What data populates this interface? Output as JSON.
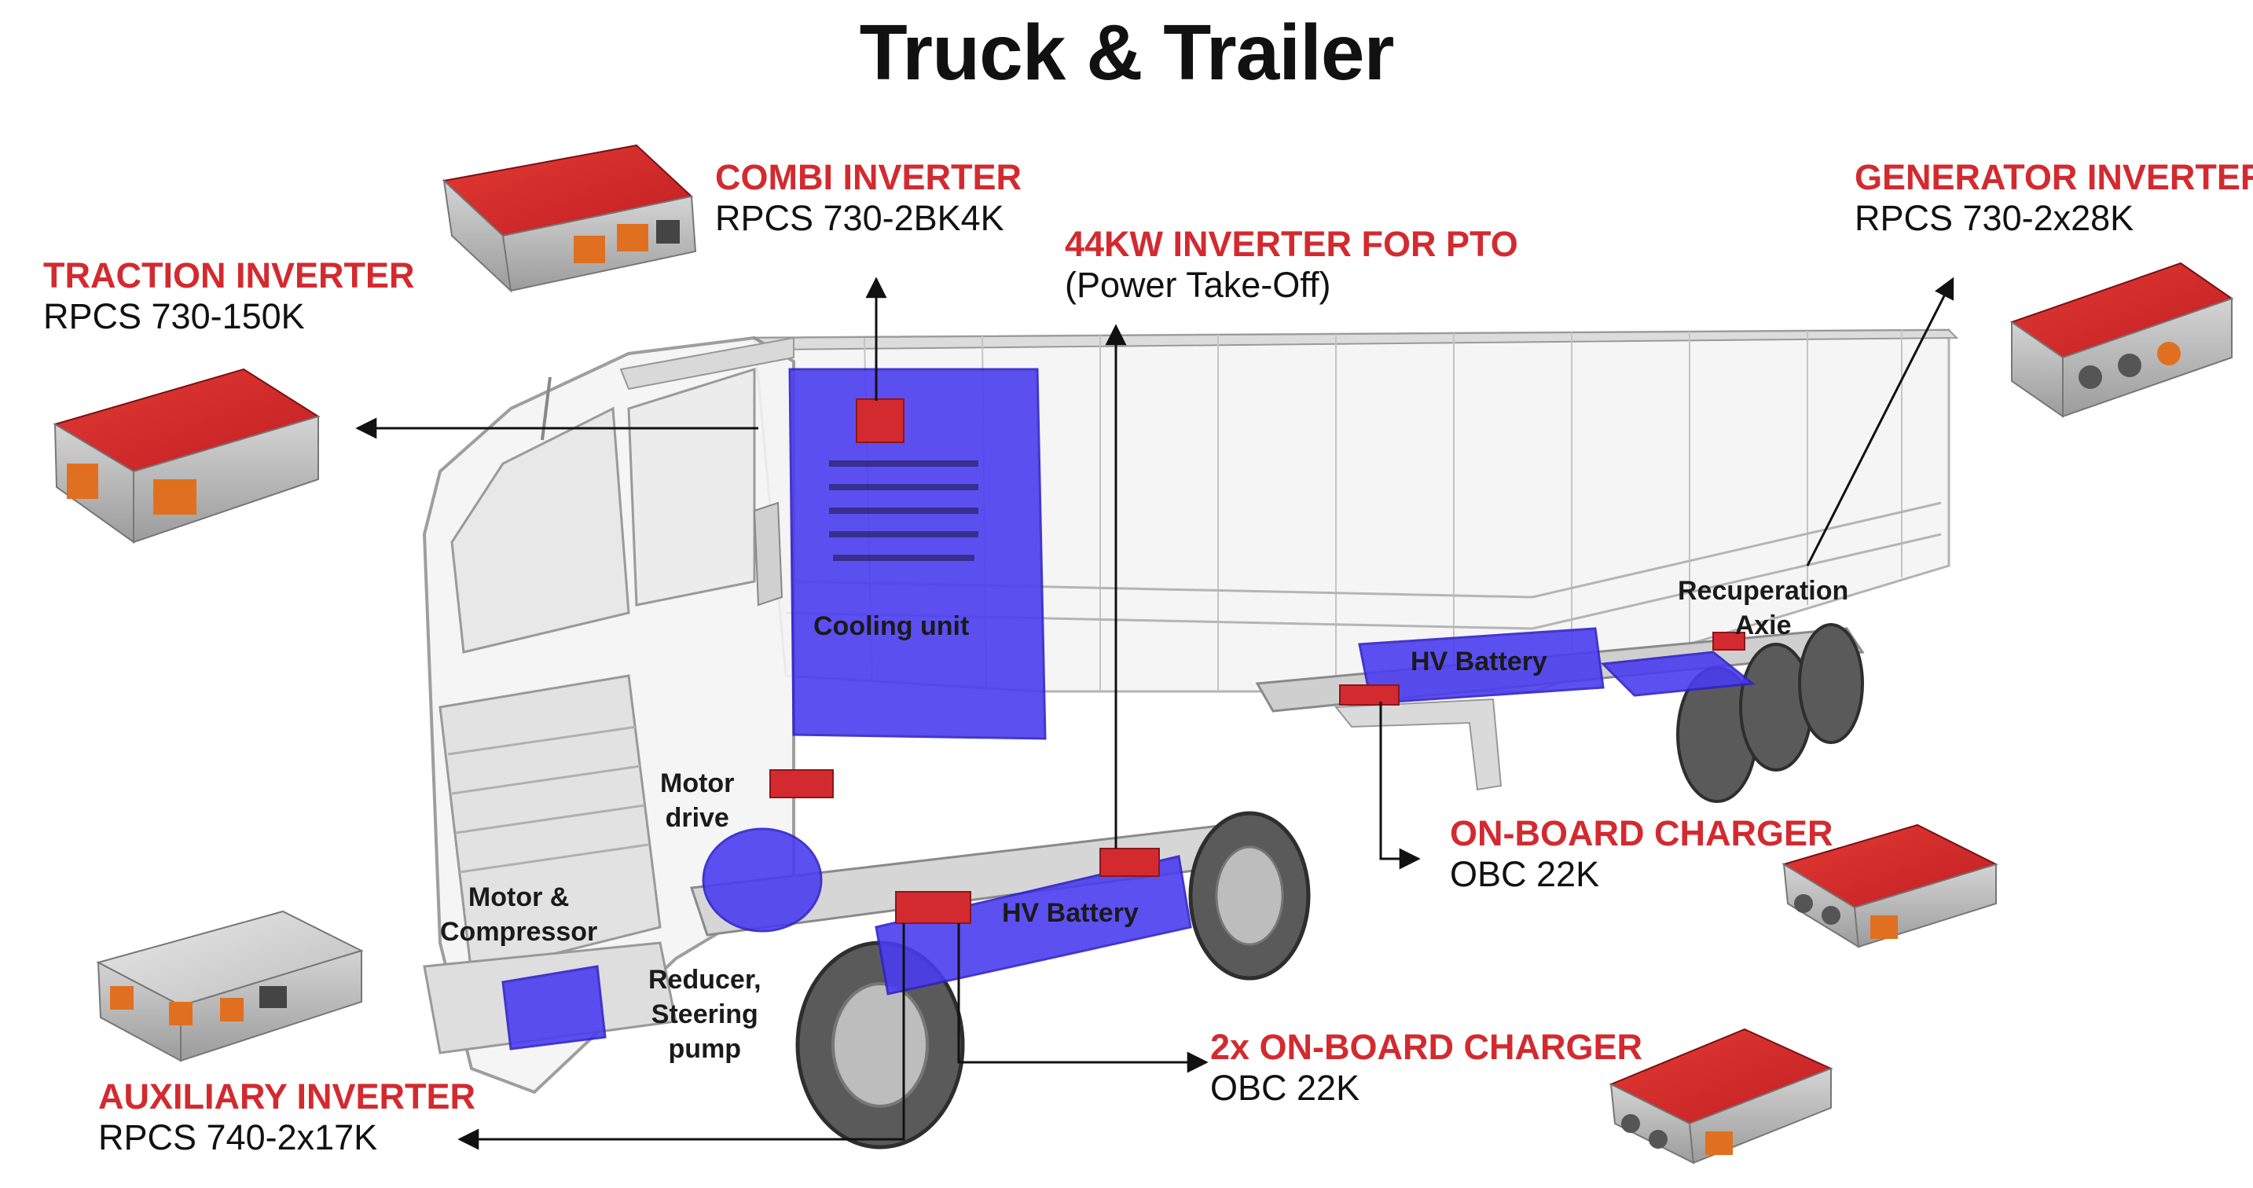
{
  "title": "Truck & Trailer",
  "colors": {
    "accent_red": "#d32a2f",
    "component_blue": "#4b3df0",
    "truck_outline": "#9a9a9a",
    "text_dark": "#111111"
  },
  "callouts": {
    "traction": {
      "title": "TRACTION INVERTER",
      "subtitle": "RPCS 730-150K"
    },
    "combi": {
      "title": "COMBI INVERTER",
      "subtitle": "RPCS 730-2BK4K"
    },
    "pto": {
      "title": "44KW INVERTER FOR PTO",
      "subtitle": "(Power Take-Off)"
    },
    "generator": {
      "title": "GENERATOR INVERTER",
      "subtitle": "RPCS 730-2x28K"
    },
    "obc": {
      "title": "ON-BOARD CHARGER",
      "subtitle": "OBC 22K"
    },
    "obc2x": {
      "title": "2x ON-BOARD CHARGER",
      "subtitle": "OBC 22K"
    },
    "auxiliary": {
      "title": "AUXILIARY INVERTER",
      "subtitle": "RPCS 740-2x17K"
    }
  },
  "labels": {
    "cooling_unit": "Cooling unit",
    "motor_drive_1": "Motor",
    "motor_drive_2": "drive",
    "motor_compressor_1": "Motor &",
    "motor_compressor_2": "Compressor",
    "reducer_1": "Reducer,",
    "reducer_2": "Steering",
    "reducer_3": "pump",
    "hv_battery_truck": "HV Battery",
    "hv_battery_trailer": "HV Battery",
    "recuperation_1": "Recuperation",
    "recuperation_2": "Axie"
  },
  "device_images": {
    "combi": "red-inverter-device",
    "traction": "red-inverter-device",
    "generator": "red-inverter-device",
    "obc": "red-charger-device",
    "obc2x": "red-charger-device",
    "auxiliary": "silver-inverter-device"
  }
}
